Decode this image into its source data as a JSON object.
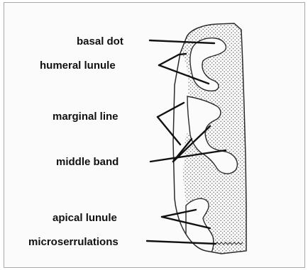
{
  "labels": {
    "basal_dot": "basal dot",
    "humeral_lunule": "humeral lunule",
    "marginal_line": "marginal line",
    "middle_band": "middle band",
    "apical_lunule": "apical lunule",
    "microserrulations": "microserrulations"
  },
  "colors": {
    "ink": "#111111",
    "stipple": "#6a6a6a",
    "background": "#fbfbfb"
  }
}
